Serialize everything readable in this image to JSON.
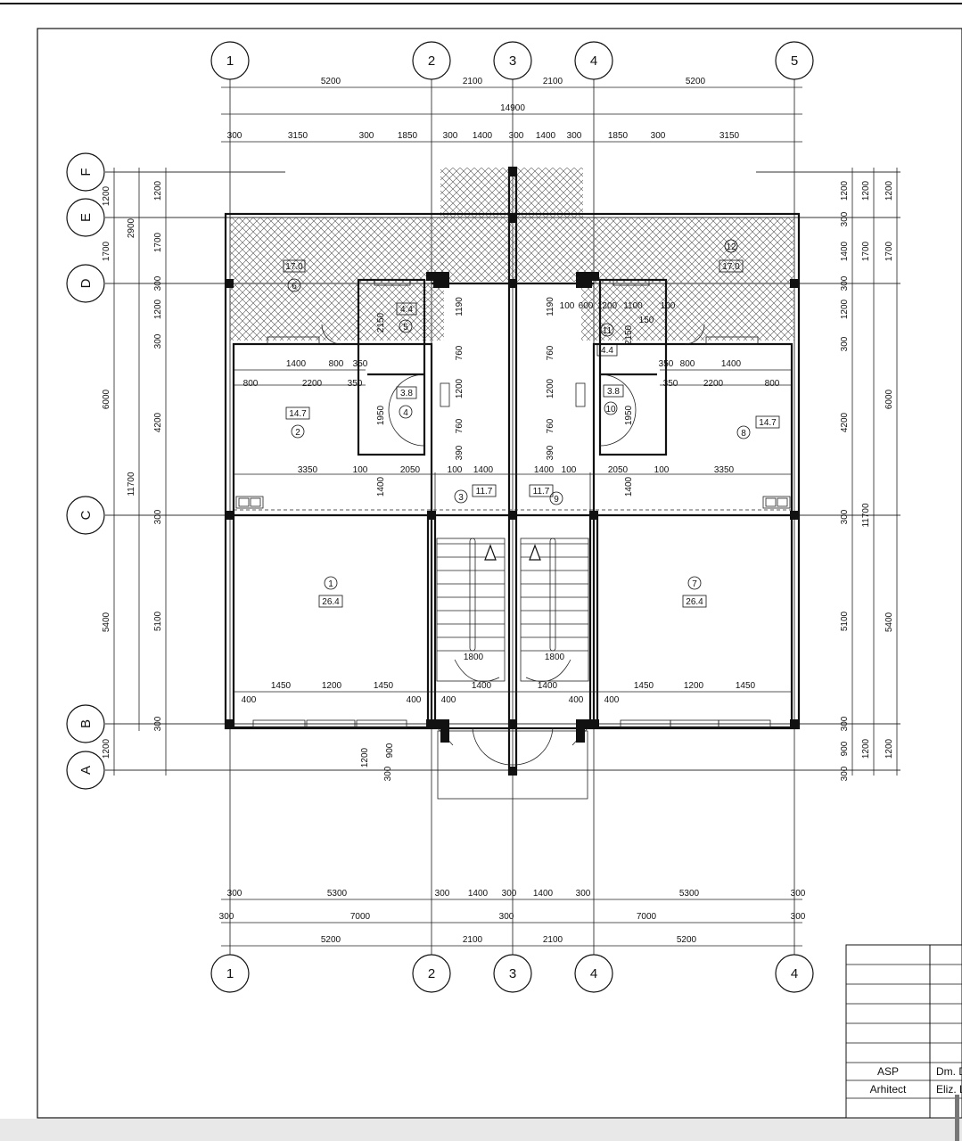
{
  "axes": {
    "top": [
      "1",
      "2",
      "3",
      "4",
      "5"
    ],
    "bottom": [
      "1",
      "2",
      "3",
      "4",
      "4"
    ],
    "left": [
      "F",
      "E",
      "D",
      "C",
      "B",
      "A"
    ]
  },
  "dims": {
    "top_row1": [
      "5200",
      "2100",
      "2100",
      "5200"
    ],
    "top_total": "14900",
    "top_row2": [
      "300",
      "3150",
      "300",
      "1850",
      "300",
      "1400",
      "300",
      "1400",
      "300",
      "1850",
      "300",
      "3150"
    ],
    "bottom_row1": [
      "300",
      "5300",
      "300",
      "1400",
      "300",
      "1400",
      "300",
      "5300",
      "300"
    ],
    "bottom_row2": [
      "300",
      "7000",
      "300",
      "7000",
      "300"
    ],
    "bottom_row3": [
      "5200",
      "2100",
      "2100",
      "5200"
    ],
    "left_outer": [
      "1200",
      "2900",
      "1700",
      "6000",
      "11700",
      "5400",
      "1200"
    ],
    "left_inner": [
      "1200",
      "1700",
      "300",
      "1200",
      "300",
      "4200",
      "300",
      "5100",
      "300",
      "1200",
      "900",
      "300"
    ],
    "right_inner": [
      "1200",
      "300",
      "1400",
      "300",
      "1200",
      "300",
      "4200",
      "300",
      "5100",
      "300",
      "900",
      "300"
    ],
    "right_mid": [
      "1200",
      "1700",
      "11700",
      "1200"
    ],
    "right_outer": [
      "1200",
      "1700",
      "6000",
      "5400",
      "1200"
    ],
    "interior": [
      "1400",
      "800",
      "350",
      "800",
      "2200",
      "350",
      "1400",
      "800",
      "350",
      "800",
      "2200",
      "350",
      "3350",
      "100",
      "2050",
      "100",
      "1400",
      "1400",
      "100",
      "2050",
      "100",
      "3350",
      "1450",
      "1200",
      "1450",
      "400",
      "400",
      "1400",
      "400",
      "1400",
      "400",
      "1450",
      "1200",
      "1450",
      "400",
      "1800",
      "1800",
      "2150",
      "1950",
      "760",
      "1200",
      "760",
      "390",
      "1190",
      "1190",
      "760",
      "1200",
      "760",
      "390",
      "2150",
      "1950",
      "100",
      "600",
      "1200",
      "1100",
      "150",
      "100",
      "1400",
      "1400"
    ]
  },
  "rooms": [
    {
      "num": "1",
      "area": "26.4"
    },
    {
      "num": "2",
      "area": "14.7"
    },
    {
      "num": "3",
      "area": "11.7"
    },
    {
      "num": "4",
      "area": "3.8"
    },
    {
      "num": "5",
      "area": "4.4"
    },
    {
      "num": "6",
      "area": "17.0"
    },
    {
      "num": "7",
      "area": "26.4"
    },
    {
      "num": "8",
      "area": "14.7"
    },
    {
      "num": "9",
      "area": "11.7"
    },
    {
      "num": "10",
      "area": "3.8"
    },
    {
      "num": "11",
      "area": "4.4"
    },
    {
      "num": "12",
      "area": "17.0"
    }
  ],
  "title_block": {
    "row1_label": "ASP",
    "row1_value": "Dm. D",
    "row2_label": "Arhitect",
    "row2_value": "Eliz. L"
  }
}
